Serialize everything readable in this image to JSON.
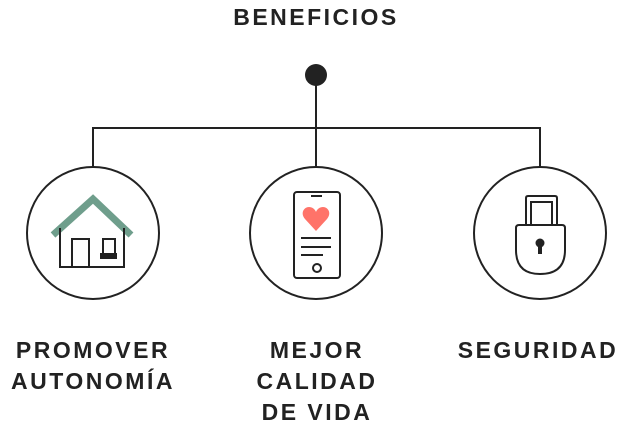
{
  "title": "BENEFICIOS",
  "colors": {
    "line": "#222222",
    "roof": "#6f9e8c",
    "heart": "#ff7369"
  },
  "items": [
    {
      "icon": "house-icon",
      "label_lines": [
        "PROMOVER",
        "AUTONOMÍA"
      ]
    },
    {
      "icon": "phone-heart-icon",
      "label_lines": [
        "MEJOR",
        "CALIDAD",
        "DE VIDA"
      ]
    },
    {
      "icon": "padlock-icon",
      "label_lines": [
        "SEGURIDAD"
      ]
    }
  ]
}
